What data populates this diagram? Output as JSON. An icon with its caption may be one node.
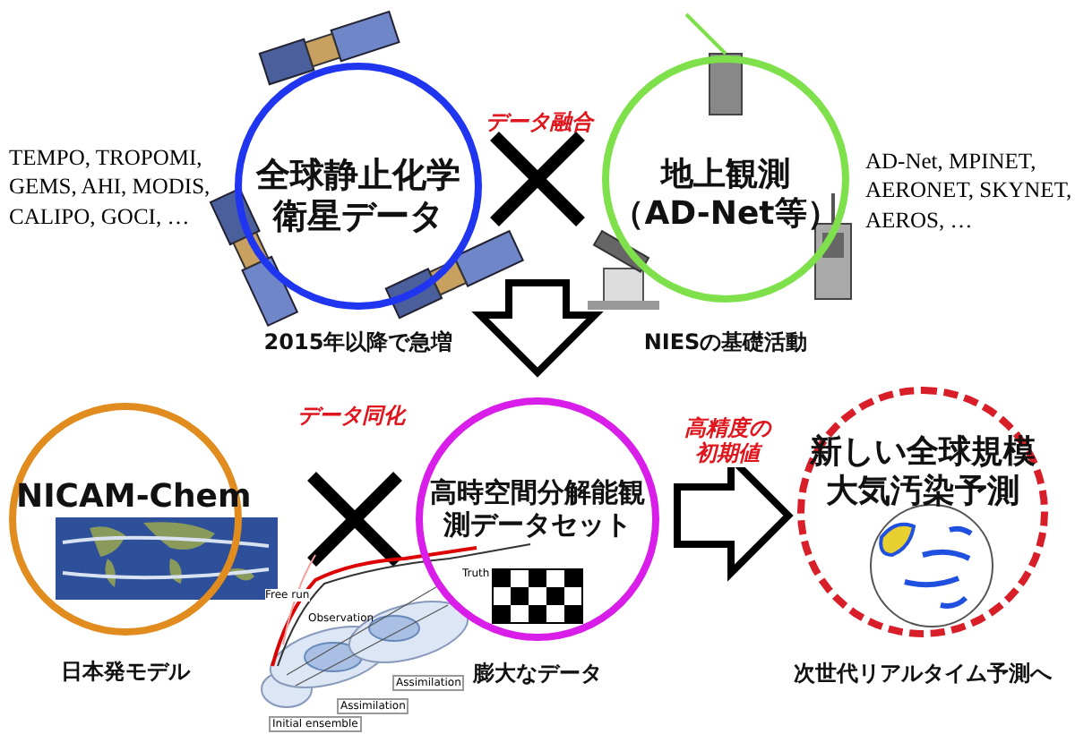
{
  "diagram": {
    "nodes": [
      {
        "text": [
          "全球静止化学衛星データ"
        ],
        "beside": [
          "2015年以降で急増"
        ]
      },
      {
        "text": [
          "地上観測（AD-Net等）"
        ],
        "beside": [
          "NIESの基礎活動"
        ]
      },
      {
        "text": [
          "NICAM-Chem"
        ],
        "beside": [
          "日本発モデル"
        ]
      },
      {
        "text": [
          "高時空間分解能観測データセット"
        ],
        "beside": [
          "膨大なデータ"
        ]
      },
      {
        "text": [
          "新しい全球規模大気汚染予測"
        ],
        "beside": [
          "次世代リアルタイム予測へ"
        ]
      }
    ],
    "edges": [
      {
        "from": null,
        "to": 3,
        "arrow": "to"
      },
      {
        "from": 3,
        "to": 4,
        "arrow": "to",
        "label": "高精度の初期値"
      }
    ],
    "labels": [
      "TEMPO, TROPOMI, GEMS, AHI, MODIS, CALIPO, GOCI, …",
      "データ融合",
      "AD-Net, MPINET, AERONET, SKYNET, AEROS, …",
      "データ同化",
      "Truth",
      "Free run",
      "Observation",
      "Assimilation",
      "Assimilation",
      "Initial ensemble"
    ]
  }
}
